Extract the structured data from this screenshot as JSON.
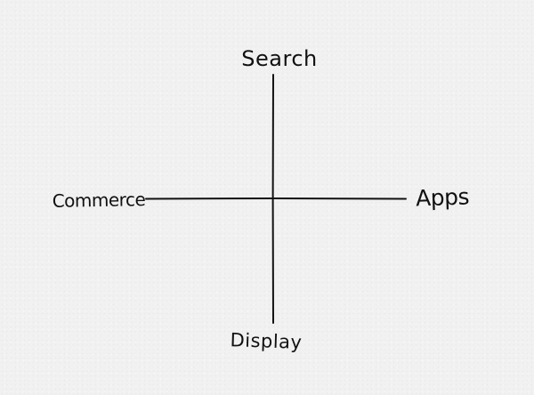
{
  "diagram": {
    "axes": {
      "top": "Search",
      "bottom": "Display",
      "left": "Commerce",
      "right": "Apps"
    },
    "colors": {
      "background": "#f1f1f1",
      "ink": "#111111"
    }
  }
}
